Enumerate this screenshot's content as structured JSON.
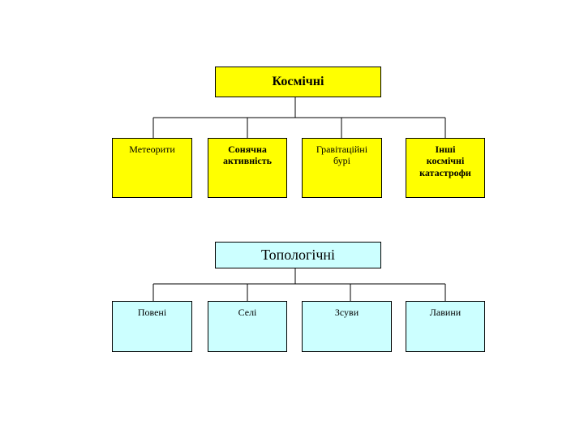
{
  "colors": {
    "cosmic_fill": "#ffff00",
    "topology_fill": "#ccffff",
    "line": "#000000"
  },
  "cosmic": {
    "title": "Космічні",
    "children": [
      "Метеорити",
      "Сонячна\nактивність",
      "Гравітаційні\nбурі",
      "Інші\nкосмічні\nкатастрофи"
    ]
  },
  "topology": {
    "title": "Топологічні",
    "children": [
      "Повені",
      "Селі",
      "Зсуви",
      "Лавини"
    ]
  }
}
